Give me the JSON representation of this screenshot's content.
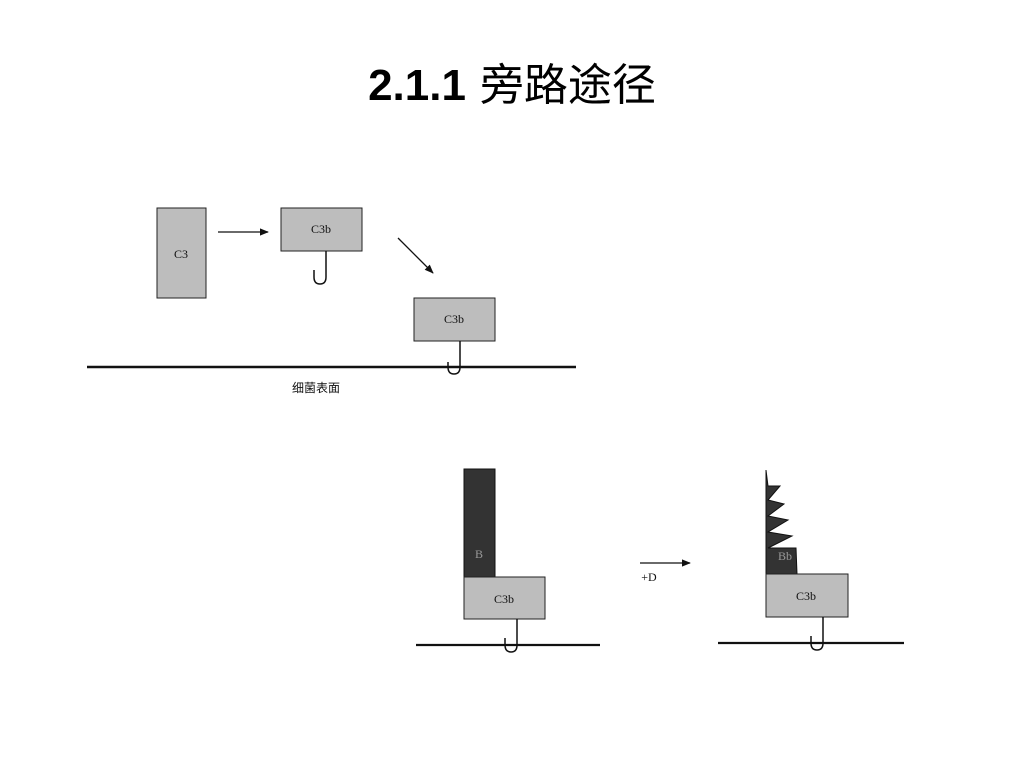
{
  "title": {
    "number": "2.1.1",
    "text": "旁路途径"
  },
  "diagram": {
    "c3_label": "C3",
    "c3b_label": "C3b",
    "surface_caption": "细菌表面",
    "b_label": "B",
    "bb_label": "Bb",
    "plus_d_label": "+D",
    "colors": {
      "light_box": "#bdbdbd",
      "dark_box": "#333333",
      "line": "#111111"
    }
  }
}
